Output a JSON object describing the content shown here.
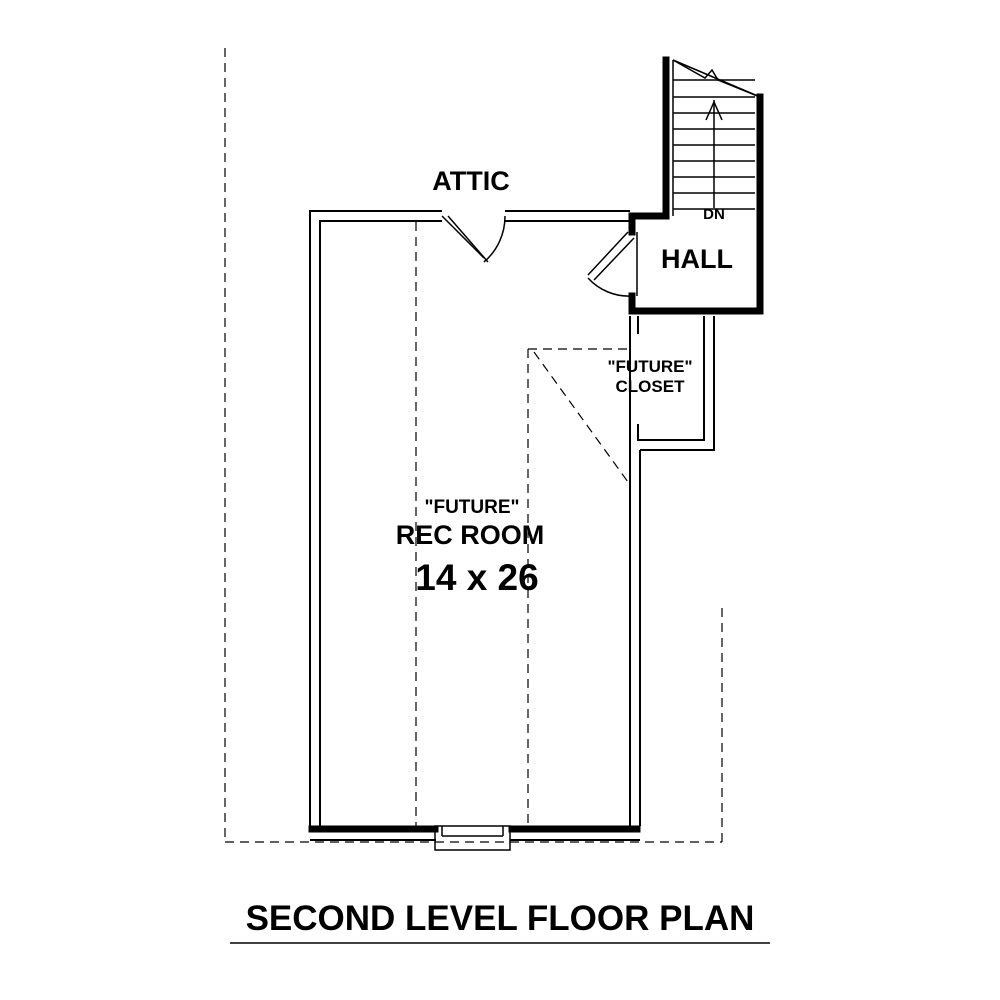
{
  "plan": {
    "title": "SECOND LEVEL FLOOR PLAN",
    "rooms": {
      "attic": "ATTIC",
      "hall": "HALL",
      "stair_direction": "DN",
      "closet_note": "\"FUTURE\"",
      "closet_name": "CLOSET",
      "rec_note": "\"FUTURE\"",
      "rec_name": "REC ROOM",
      "rec_size": "14 x 26"
    }
  }
}
